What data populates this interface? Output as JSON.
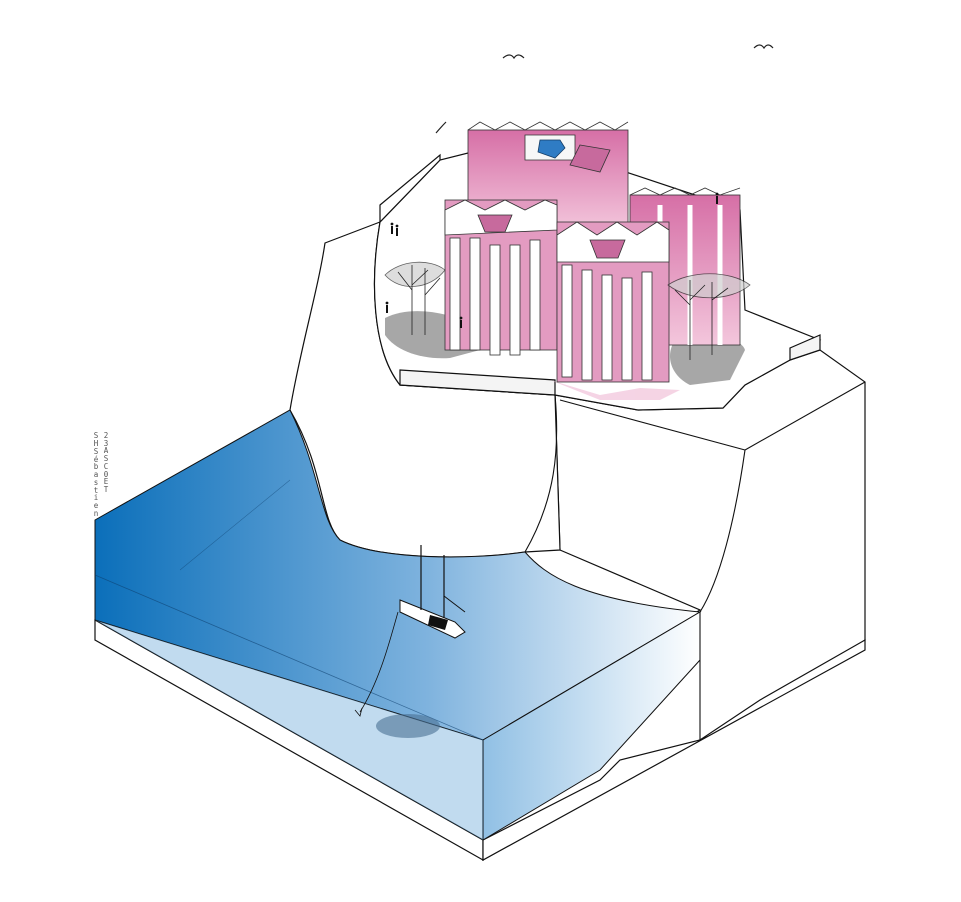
{
  "credits": {
    "author_name": "Sébastien",
    "author_initials": "SH",
    "project_code": "23ASC0ET"
  },
  "colors": {
    "water_deep": "#0b6fba",
    "water_light": "#ffffff",
    "tower_pink": "#e39bc1",
    "tower_pink_dark": "#c76a9d",
    "roof_blue": "#2f7cc4",
    "terrain_line": "#111111",
    "shadow_grey": "#8a8a8a"
  },
  "icons": [
    "boat-icon",
    "bird-icon",
    "tree-icon",
    "person-icon",
    "anchor-line-icon"
  ]
}
